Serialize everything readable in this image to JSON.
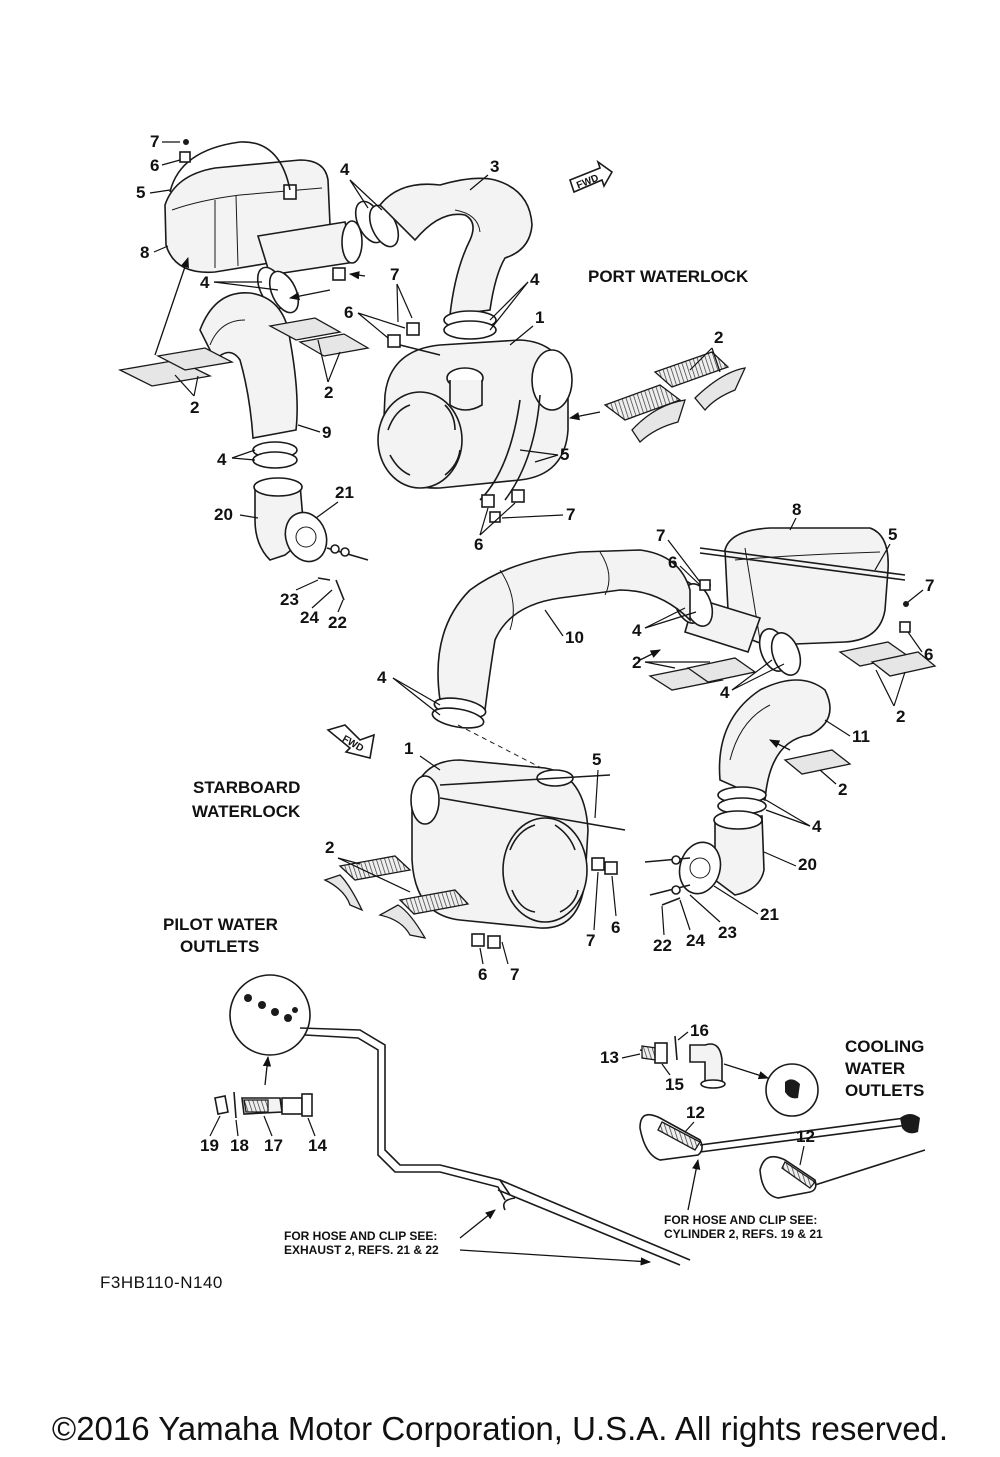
{
  "diagram_code": "F3HB110-N140",
  "copyright": "©2016 Yamaha Motor Corporation, U.S.A. All rights reserved.",
  "fwd_label": "FWD",
  "sections": {
    "port": "PORT WATERLOCK",
    "starboard_line1": "STARBOARD",
    "starboard_line2": "WATERLOCK",
    "pilot_line1": "PILOT WATER",
    "pilot_line2": "OUTLETS",
    "cooling_line1": "COOLING",
    "cooling_line2": "WATER",
    "cooling_line3": "OUTLETS"
  },
  "notes": {
    "exhaust_line1": "FOR HOSE AND CLIP SEE:",
    "exhaust_line2": "EXHAUST 2, REFS. 21 & 22",
    "cylinder_line1": "FOR HOSE AND CLIP SEE:",
    "cylinder_line2": "CYLINDER 2, REFS. 19 & 21"
  },
  "callouts": {
    "p7": "7",
    "p6": "6",
    "p5": "5",
    "p8": "8",
    "p4a": "4",
    "p4b": "4",
    "p3": "3",
    "p4c": "4",
    "p7b": "7",
    "p6b": "6",
    "p2a": "2",
    "p1": "1",
    "p2b": "2",
    "p2c": "2",
    "p9": "9",
    "p4d": "4",
    "p5b": "5",
    "p21": "21",
    "p20": "20",
    "p7c": "7",
    "p6c": "6",
    "p23": "23",
    "p24": "24",
    "p22": "22",
    "s7": "7",
    "s8": "8",
    "s5": "5",
    "s6": "6",
    "s7b": "7",
    "s6b": "6",
    "s10": "10",
    "s4a": "4",
    "s2a": "2",
    "s4b": "4",
    "s2b": "2",
    "s4c": "4",
    "s11": "11",
    "s1": "1",
    "s5b": "5",
    "s2c": "2",
    "s4d": "4",
    "s2d": "2",
    "s20": "20",
    "s21": "21",
    "s7c": "7",
    "s6c": "6",
    "s22": "22",
    "s24": "24",
    "s23": "23",
    "s6d": "6",
    "s7d": "7",
    "o19": "19",
    "o18": "18",
    "o17": "17",
    "o14": "14",
    "c13": "13",
    "c16": "16",
    "c15": "15",
    "c12a": "12",
    "c12b": "12"
  }
}
